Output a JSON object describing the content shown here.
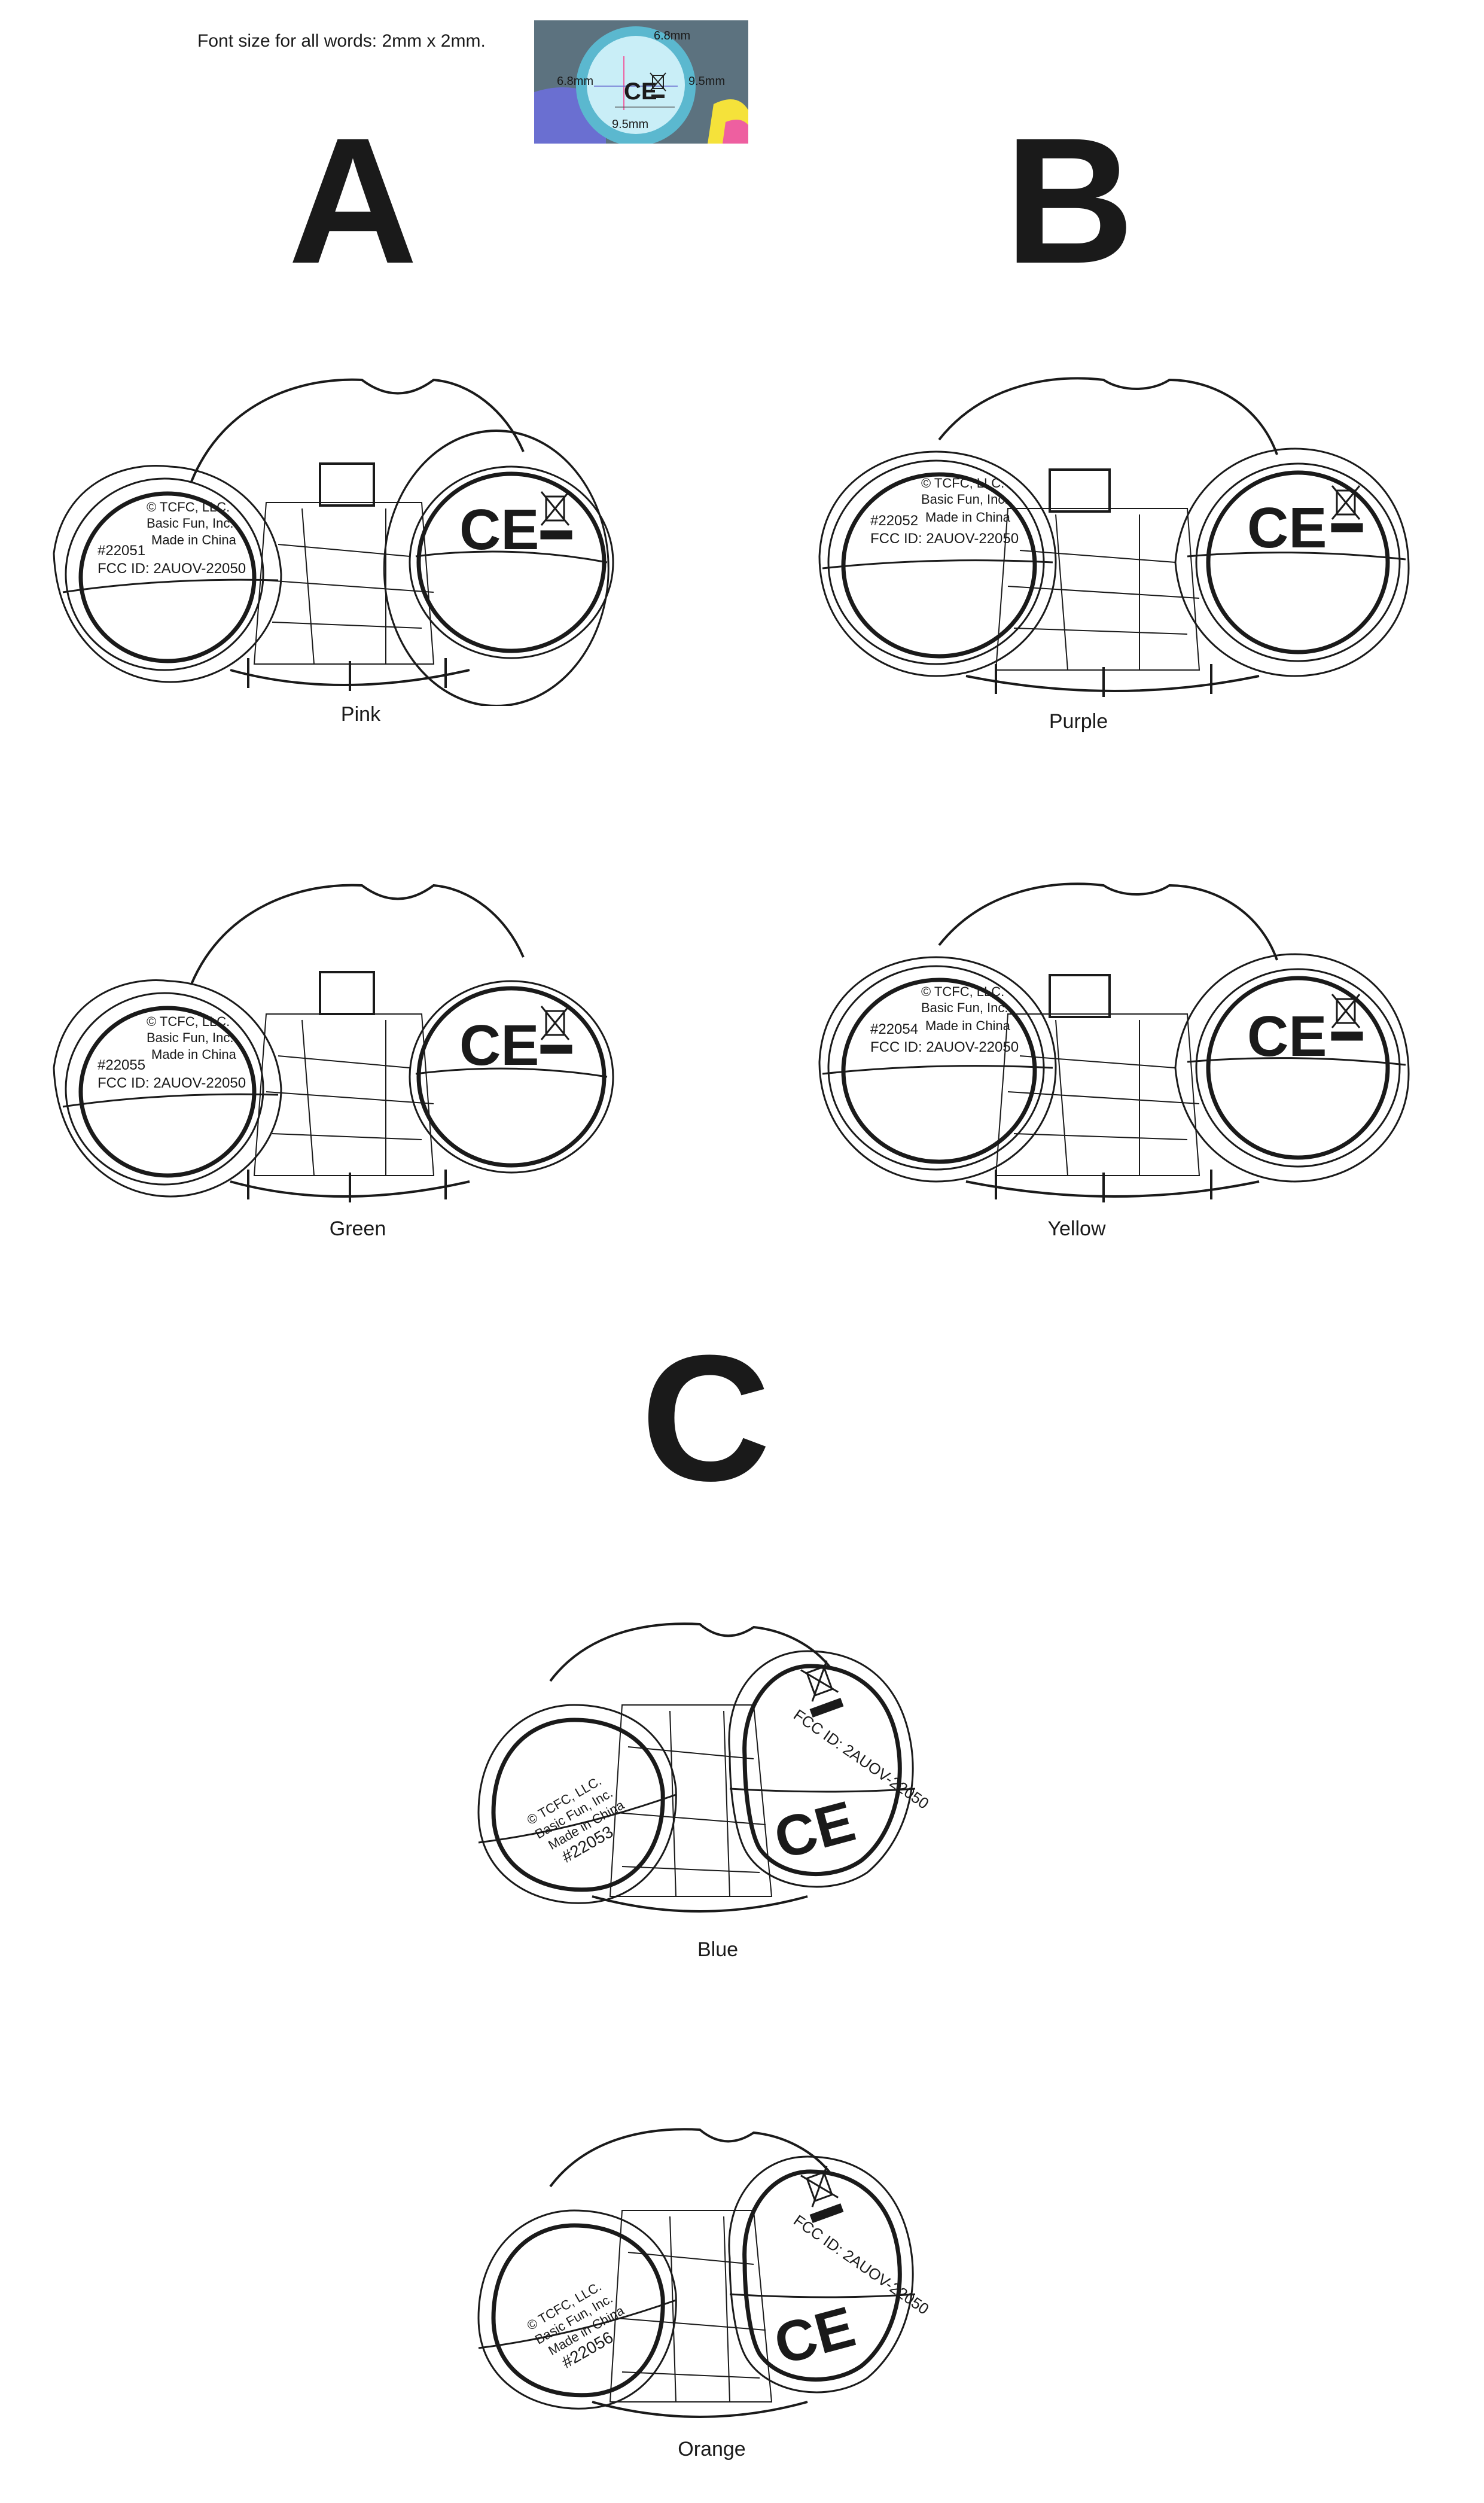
{
  "header": {
    "note": "Font size for all words: 2mm x 2mm.",
    "thumbnail": {
      "marks": "CE",
      "dim_top": "6.8mm",
      "dim_left": "6.8mm",
      "dim_right": "9.5mm",
      "dim_bottom": "9.5mm",
      "colors": {
        "teal": "#5bb8cf",
        "light": "#c9eef7",
        "purple": "#6a6fd1",
        "pink": "#ee5fa0",
        "yellow": "#f5e23a",
        "shadow": "#4a5a66"
      }
    }
  },
  "sections": [
    {
      "letter": "A"
    },
    {
      "letter": "B"
    },
    {
      "letter": "C"
    }
  ],
  "variants": [
    {
      "caption": "Pink",
      "copyright": "© TCFC, LLC.",
      "company": "Basic Fun, Inc.",
      "model": "#22051",
      "origin": "Made in China",
      "fcc": "FCC ID: 2AUOV-22050",
      "mark": "CE"
    },
    {
      "caption": "Purple",
      "copyright": "© TCFC, LLC.",
      "company": "Basic Fun, Inc.",
      "model": "#22052",
      "origin": "Made in China",
      "fcc": "FCC ID: 2AUOV-22050",
      "mark": "CE"
    },
    {
      "caption": "Green",
      "copyright": "© TCFC, LLC.",
      "company": "Basic Fun, Inc.",
      "model": "#22055",
      "origin": "Made in China",
      "fcc": "FCC ID: 2AUOV-22050",
      "mark": "CE"
    },
    {
      "caption": "Yellow",
      "copyright": "© TCFC, LLC.",
      "company": "Basic Fun, Inc.",
      "model": "#22054",
      "origin": "Made in China",
      "fcc": "FCC ID: 2AUOV-22050",
      "mark": "CE"
    },
    {
      "caption": "Blue",
      "copyright": "© TCFC, LLC.",
      "company": "Basic Fun, Inc.",
      "model": "#22053",
      "origin": "Made in China",
      "fcc": "FCC ID: 2AUOV-22050",
      "mark": "CE"
    },
    {
      "caption": "Orange",
      "copyright": "© TCFC, LLC.",
      "company": "Basic Fun, Inc.",
      "model": "#22056",
      "origin": "Made in China",
      "fcc": "FCC ID: 2AUOV-22050",
      "mark": "CE"
    }
  ]
}
